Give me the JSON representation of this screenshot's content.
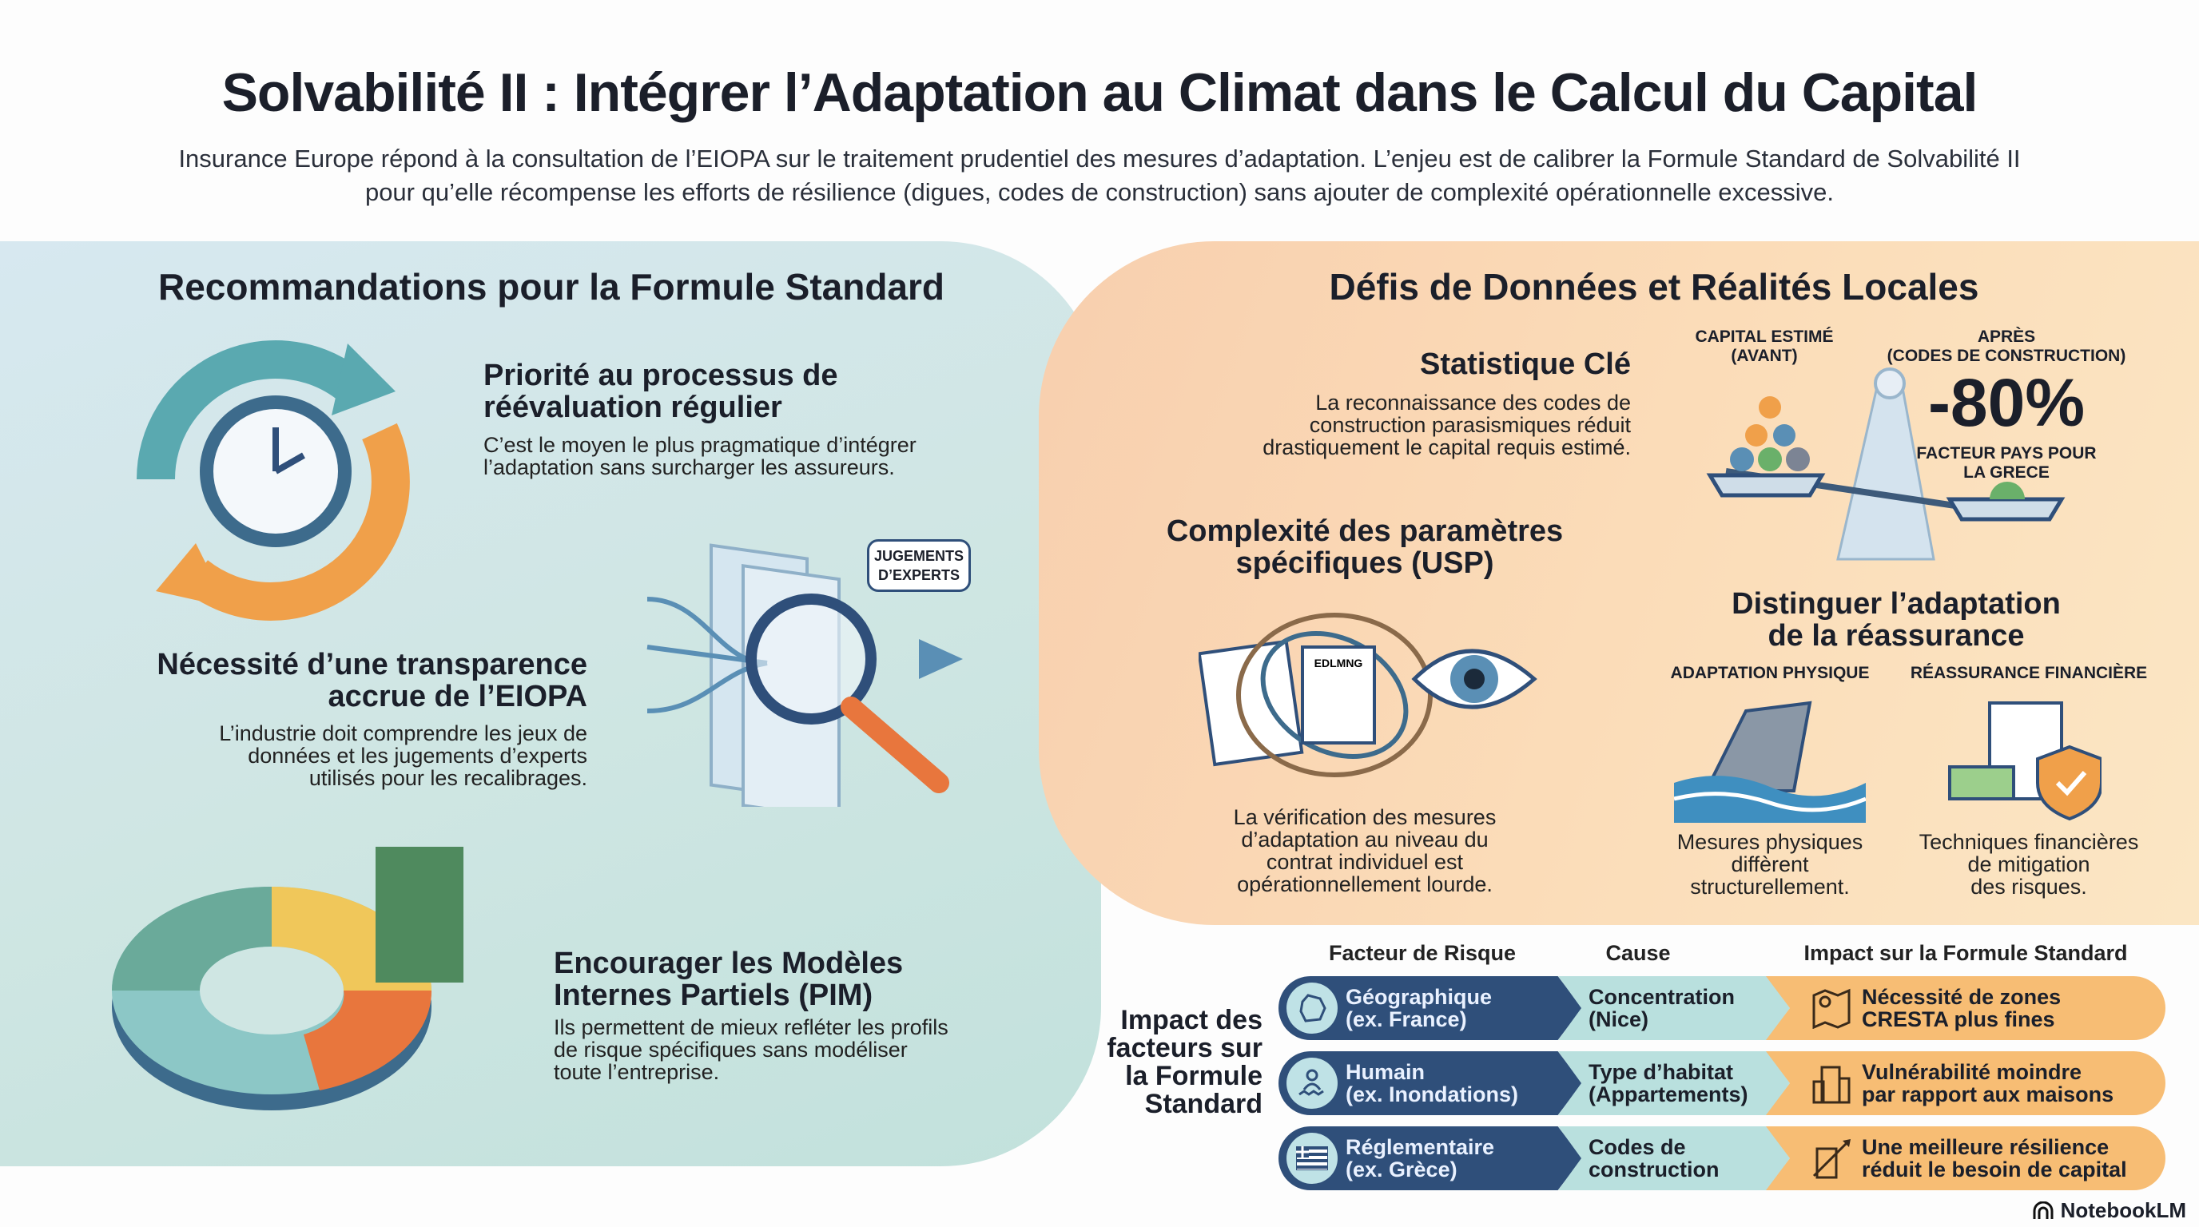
{
  "title": "Solvabilité II : Intégrer l’Adaptation au Climat dans le Calcul du Capital",
  "subtitle": [
    "Insurance Europe répond à la consultation de l’EIOPA sur le traitement prudentiel des mesures d’adaptation. L’enjeu est de calibrer la Formule Standard de Solvabilité II",
    "pour qu’elle récompense les efforts de résilience (digues, codes de construction) sans ajouter de complexité opérationnelle excessive."
  ],
  "left": {
    "heading": "Recommandations pour la Formule Standard",
    "items": [
      {
        "title": [
          "Priorité au processus de",
          "réévaluation régulier"
        ],
        "body": [
          "C’est le moyen le plus pragmatique d’intégrer",
          "l’adaptation sans surcharger les assureurs."
        ]
      },
      {
        "title": [
          "Nécessité d’une transparence",
          "accrue de l’EIOPA"
        ],
        "body": [
          "L’industrie doit comprendre les jeux de",
          "données et les jugements d’experts",
          "utilisés pour les recalibrages."
        ],
        "bubble": [
          "JUGEMENTS",
          "D’EXPERTS"
        ]
      },
      {
        "title": [
          "Encourager les Modèles",
          "Internes Partiels (PIM)"
        ],
        "body": [
          "Ils permettent de mieux refléter les profils",
          "de risque spécifiques sans modéliser",
          "toute l’entreprise."
        ]
      }
    ]
  },
  "right": {
    "heading": "Défis de Données et Réalités Locales",
    "stat": {
      "title": "Statistique Clé",
      "body": [
        "La reconnaissance des codes de",
        "construction parasismiques réduit",
        "drastiquement le capital requis estimé."
      ],
      "before_label": [
        "CAPITAL ESTIMÉ",
        "(AVANT)"
      ],
      "after_label": [
        "APRÈS",
        "(CODES DE CONSTRUCTION)"
      ],
      "value": "-80%",
      "value_caption": [
        "FACTEUR PAYS POUR",
        "LA GRECE"
      ]
    },
    "usp": {
      "title": [
        "Complexité des paramètres",
        "spécifiques (USP)"
      ],
      "body": [
        "La vérification des mesures",
        "d’adaptation au niveau du",
        "contrat individuel est",
        "opérationnellement lourde."
      ],
      "doc_label": "EDLMNG"
    },
    "distinguish": {
      "title": [
        "Distinguer l’adaptation",
        "de la réassurance"
      ],
      "physical": {
        "label": "ADAPTATION PHYSIQUE",
        "caption": [
          "Mesures physiques",
          "diffèrent",
          "structurellement."
        ]
      },
      "financial": {
        "label": "RÉASSURANCE FINANCIÈRE",
        "caption": [
          "Techniques financières",
          "de mitigation",
          "des risques."
        ]
      }
    }
  },
  "table": {
    "side_label": [
      "Impact des",
      "facteurs sur",
      "la Formule",
      "Standard"
    ],
    "headers": [
      "Facteur de Risque",
      "Cause",
      "Impact sur la Formule Standard"
    ],
    "rows": [
      {
        "factor": [
          "Géographique",
          "(ex. France)"
        ],
        "cause": [
          "Concentration",
          "(Nice)"
        ],
        "impact": [
          "Nécessité de zones",
          "CRESTA plus fines"
        ]
      },
      {
        "factor": [
          "Humain",
          "(ex. Inondations)"
        ],
        "cause": [
          "Type d’habitat",
          "(Appartements)"
        ],
        "impact": [
          "Vulnérabilité moindre",
          "par rapport aux maisons"
        ]
      },
      {
        "factor": [
          "Réglementaire",
          "(ex. Grèce)"
        ],
        "cause": [
          "Codes de",
          "construction"
        ],
        "impact": [
          "Une meilleure résilience",
          "réduit le besoin de capital"
        ]
      }
    ]
  },
  "brand": "NotebookLM",
  "colors": {
    "navy": "#2f4f7a",
    "teal": "#b9e0de",
    "orange": "#f7bd74",
    "peach": "#f8cfae"
  }
}
